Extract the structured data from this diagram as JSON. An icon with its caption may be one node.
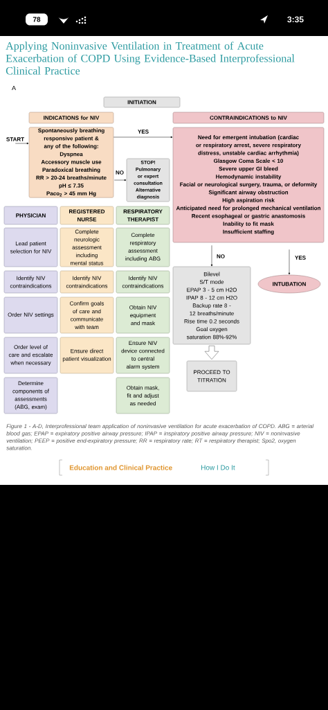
{
  "diagram": {
    "title": "Applying Noninvasive Ventilation in Treatment of Acute Exacerbation of COPD Using Evidence-Based Interprofessional Clinical Practice",
    "caption": "Figure 1 - A-D, Interprofessional team application of noninvasive ventilation for acute exacerbation of COPD. ABG = arterial blood gas; EPAP = expiratory positive airway pressure; IPAP = inspiratory positive airway pressure; NIV = noninvasive ventilation; PEEP = positive end-expiratory pressure; RR = respiratory rate; RT = respiratory therapist; Spo2, oxygen saturation.",
    "nodes": [
      {
        "text": [
          "INITIATION"
        ]
      },
      {
        "text": [
          "INDICATIONS for NIV"
        ]
      },
      {
        "text": [
          "CONTRAINDICATIONS to NIV"
        ]
      },
      {
        "text": [
          "START"
        ]
      },
      {
        "text": [
          "Spontaneously breathing responsive patient & any of the following:",
          "Dyspnea",
          "Accessory muscle use",
          "Paradoxical breathing",
          "RR > 20-24 breaths/minute",
          "pH ≤ 7.35",
          "Paco$_{2}$ > 45 mm Hg"
        ]
      },
      {
        "text": [
          "Need for emergent intubation (cardiac or respiratory arrest, severe respiratory distress, unstable cardiac arrhythmia)",
          "Glasgow Coma Scale < 10",
          "Severe upper GI bleed",
          "Hemodynamic instability",
          "Facial or neurological surgery, trauma, or deformity",
          "Significant airway obstruction",
          "High aspiration risk",
          "Anticipated need for prolonged mechanical ventilation",
          "Recent esophageal or gastric anastomosis",
          "Inability to fit mask",
          "Insufficient staffing"
        ]
      },
      {
        "text": [
          "STOP!",
          "Pulmonary or expert consultation",
          "Alternative diagnosis"
        ]
      },
      {
        "text": [
          "PHYSICIAN"
        ]
      },
      {
        "text": [
          "REGISTERED NURSE"
        ]
      },
      {
        "text": [
          "RESPIRATORY THERAPIST"
        ]
      },
      {
        "text": [
          "Lead patient selection for NIV"
        ]
      },
      {
        "text": [
          "Complete neurologic assessment including mental status"
        ]
      },
      {
        "text": [
          "Complete respiratory assessment including ABG"
        ]
      },
      {
        "text": [
          "Identify NIV contraindications"
        ]
      },
      {
        "text": [
          "Identify NIV contraindications"
        ]
      },
      {
        "text": [
          "Identify NIV contraindications"
        ]
      },
      {
        "text": [
          "Order NIV settings"
        ]
      },
      {
        "text": [
          "Confirm goals of care and communicate with team"
        ]
      },
      {
        "text": [
          "Obtain NIV equipment and mask"
        ]
      },
      {
        "text": [
          "Order level of care and escalate when necessary"
        ]
      },
      {
        "text": [
          "Ensure direct patient visualization"
        ]
      },
      {
        "text": [
          "Ensure NIV device connected to central alarm system"
        ]
      },
      {
        "text": [
          "Determine components of assessments (ABG, exam)"
        ]
      },
      {
        "text": [
          "Obtain mask, fit and adjust as needed"
        ]
      },
      {
        "text": [
          "Bilevel",
          "S/T mode",
          "EPAP 3 - 5 cm H2O",
          "IPAP 8 - 12 cm H2O",
          "Backup rate 8 - 12 breaths/minute",
          "Rise time 0.2 seconds",
          "Goal oxygen saturation 88%-92%"
        ]
      },
      {
        "text": [
          "INTUBATION"
        ]
      },
      {
        "text": [
          "PROCEED TO TITRATION"
        ]
      }
    ],
    "edges": [
      {
        "from": 3,
        "to": 4,
        "arrow": "to"
      },
      {
        "from": 4,
        "to": 5,
        "arrow": "to",
        "label": "YES"
      },
      {
        "from": 4,
        "to": 6,
        "arrow": "to",
        "label": "NO"
      },
      {
        "from": 5,
        "to": 24,
        "arrow": "to",
        "label": "NO"
      },
      {
        "from": 5,
        "to": 25,
        "arrow": "to",
        "label": "YES"
      },
      {
        "from": 24,
        "to": 26,
        "arrow": "to",
        "style": "thick"
      }
    ],
    "labels": [
      "78",
      "3:35",
      "A",
      "Education and Clinical Practice",
      "How I Do It"
    ]
  }
}
